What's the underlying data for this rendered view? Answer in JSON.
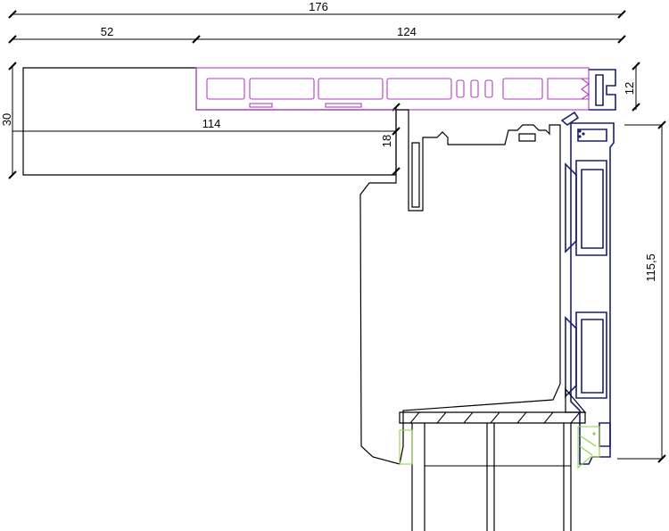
{
  "dimensions": {
    "overall_width": "176",
    "left_width": "52",
    "right_width": "124",
    "left_height": "30",
    "board_length": "114",
    "step_height": "18",
    "edge_height": "12",
    "frame_height": "115,5"
  },
  "colors": {
    "line": "#000000",
    "profile": "#1c1f6e",
    "insulation": "#b23cc4",
    "seal": "#8fd13f"
  }
}
